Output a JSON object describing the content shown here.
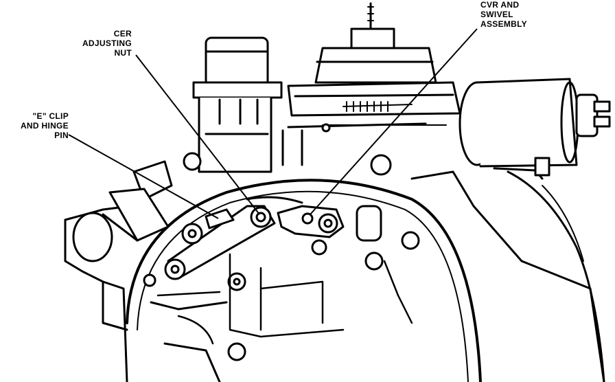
{
  "callouts": {
    "cer_adjusting_nut": [
      "CER",
      "ADJUSTING",
      "NUT"
    ],
    "e_clip_hinge_pin": [
      "\"E\" CLIP",
      "AND HINGE",
      "PIN"
    ],
    "cvr_swivel_assembly": [
      "CVR AND",
      "SWIVEL",
      "ASSEMBLY"
    ]
  }
}
